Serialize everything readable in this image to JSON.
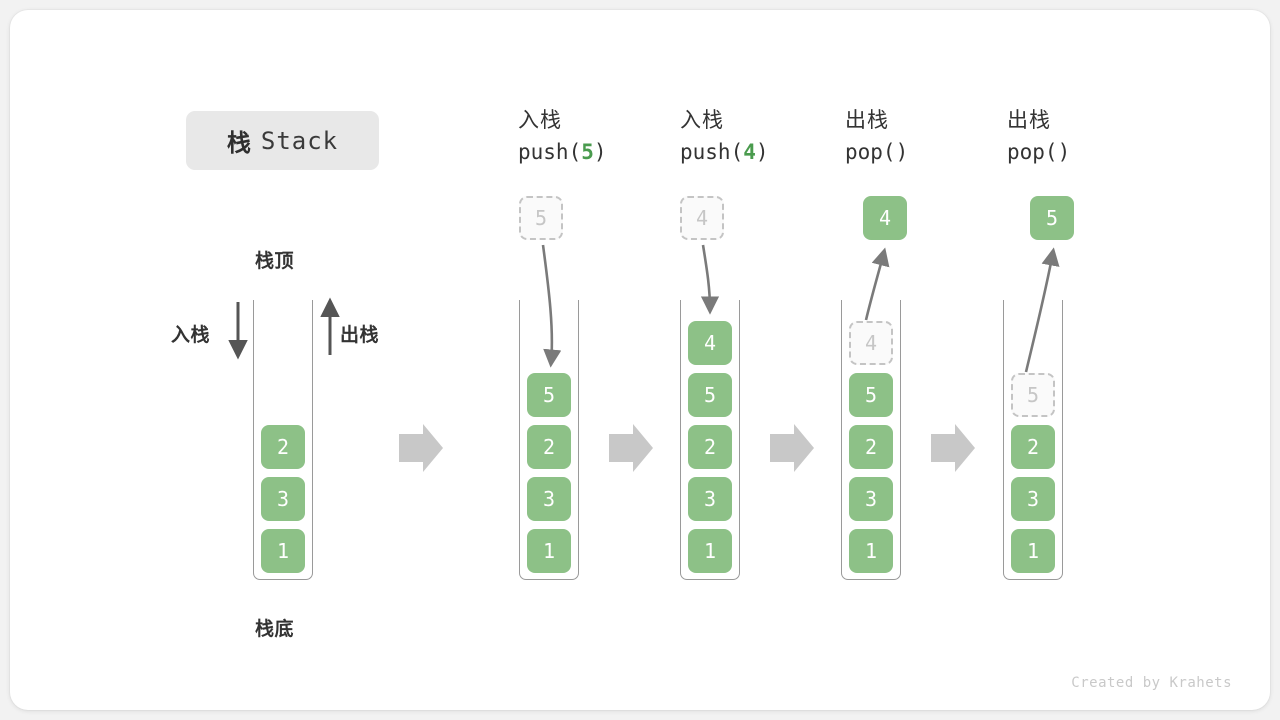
{
  "meta": {
    "title_cn": "栈",
    "title_en": "Stack",
    "footer": "Created by Krahets"
  },
  "colors": {
    "cell_fill": "#8dc187",
    "cell_text": "#ffffff",
    "ghost_border": "#c4c4c4",
    "ghost_text": "#c6c6c6",
    "accent_green": "#4a9b4e",
    "arrow_grey": "#7a7a7a",
    "block_arrow_grey": "#c8c8c8",
    "chip_bg": "#e8e8e8"
  },
  "legend": {
    "top_label": "栈顶",
    "bottom_label": "栈底",
    "push_label": "入栈",
    "pop_label": "出栈"
  },
  "columns": [
    {
      "id": "initial",
      "head_cn": "",
      "head_code_prefix": "",
      "head_code_arg": "",
      "head_code_suffix": "",
      "stack": [
        "2",
        "3",
        "1"
      ],
      "ghost_in_stack": null,
      "ghost_above": null,
      "result_cell": null
    },
    {
      "id": "push-5",
      "head_cn": "入栈",
      "head_code_prefix": "push(",
      "head_code_arg": "5",
      "head_code_suffix": ")",
      "stack": [
        "5",
        "2",
        "3",
        "1"
      ],
      "ghost_in_stack": null,
      "ghost_above": "5",
      "result_cell": null
    },
    {
      "id": "push-4",
      "head_cn": "入栈",
      "head_code_prefix": "push(",
      "head_code_arg": "4",
      "head_code_suffix": ")",
      "stack": [
        "4",
        "5",
        "2",
        "3",
        "1"
      ],
      "ghost_in_stack": null,
      "ghost_above": "4",
      "result_cell": null
    },
    {
      "id": "pop-4",
      "head_cn": "出栈",
      "head_code_prefix": "pop(",
      "head_code_arg": "",
      "head_code_suffix": ")",
      "stack": [
        "5",
        "2",
        "3",
        "1"
      ],
      "ghost_in_stack": "4",
      "ghost_above": null,
      "result_cell": "4"
    },
    {
      "id": "pop-5",
      "head_cn": "出栈",
      "head_code_prefix": "pop(",
      "head_code_arg": "",
      "head_code_suffix": ")",
      "stack": [
        "2",
        "3",
        "1"
      ],
      "ghost_in_stack": "5",
      "ghost_above": null,
      "result_cell": "5"
    }
  ]
}
